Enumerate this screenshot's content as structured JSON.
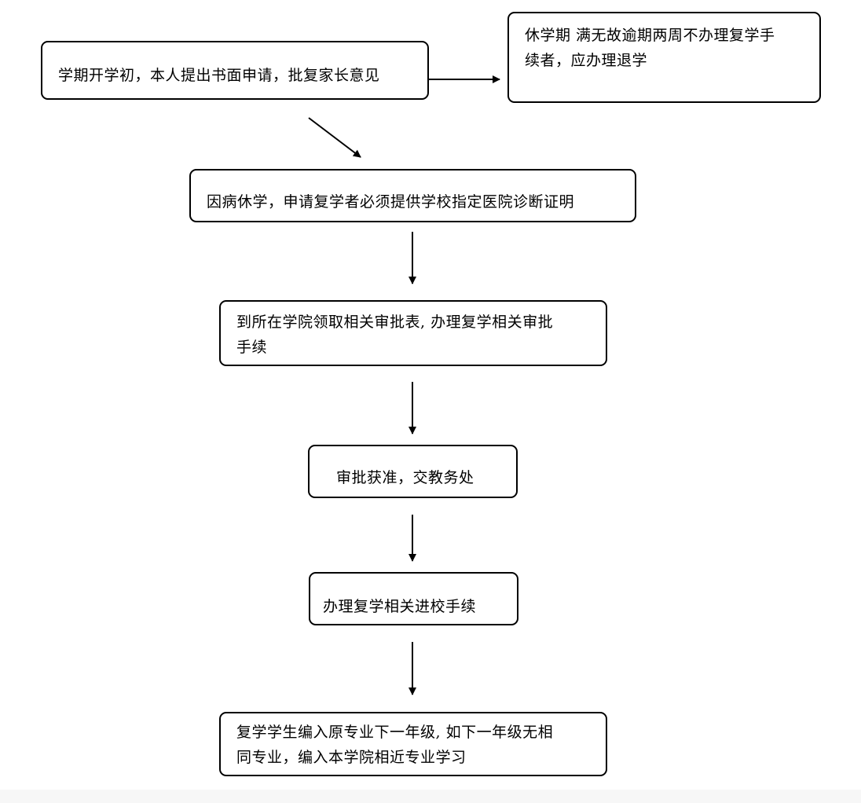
{
  "flowchart": {
    "nodes": [
      {
        "id": "n1",
        "lines": [
          "学期开学初，本人提出书面申请，批复家长意见"
        ]
      },
      {
        "id": "n2",
        "lines": [
          "休学期 满无故逾期两周不办理复学手",
          "续者，应办理退学"
        ]
      },
      {
        "id": "n3",
        "lines": [
          "因病休学，申请复学者必须提供学校指定医院诊断证明"
        ]
      },
      {
        "id": "n4",
        "lines": [
          "到所在学院领取相关审批表, 办理复学相关审批",
          "手续"
        ]
      },
      {
        "id": "n5",
        "lines": [
          "审批获准，交教务处"
        ]
      },
      {
        "id": "n6",
        "lines": [
          "办理复学相关进校手续"
        ]
      },
      {
        "id": "n7",
        "lines": [
          "复学学生编入原专业下一年级, 如下一年级无相",
          "同专业，编入本学院相近专业学习"
        ]
      }
    ],
    "edges": [
      {
        "from": "n1",
        "to": "n2"
      },
      {
        "from": "n1",
        "to": "n3"
      },
      {
        "from": "n3",
        "to": "n4"
      },
      {
        "from": "n4",
        "to": "n5"
      },
      {
        "from": "n5",
        "to": "n6"
      },
      {
        "from": "n6",
        "to": "n7"
      }
    ]
  }
}
